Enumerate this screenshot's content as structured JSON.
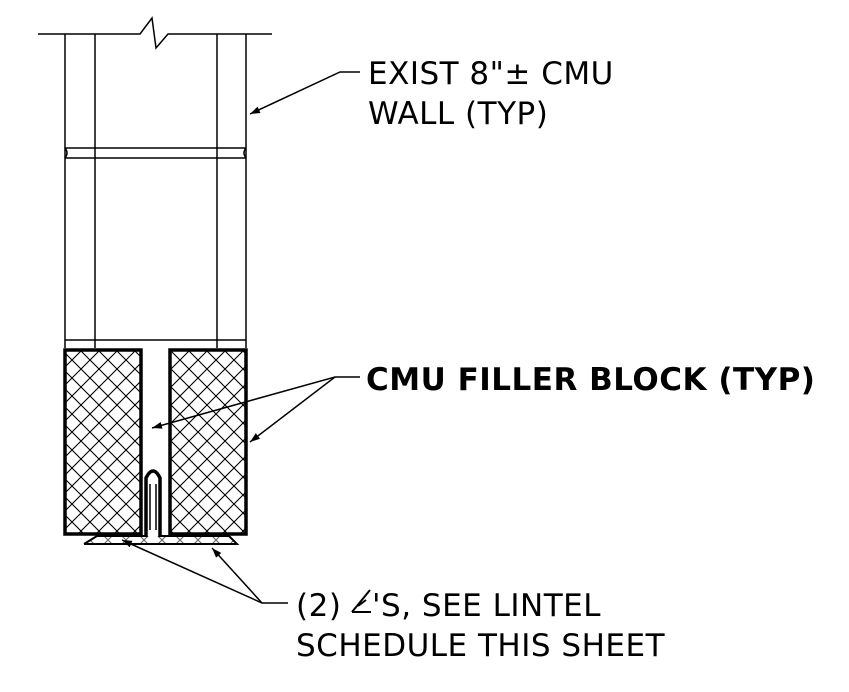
{
  "notes": {
    "wall": {
      "line1": "EXIST 8\"± CMU",
      "line2": "WALL (TYP)"
    },
    "filler": {
      "line1": "CMU FILLER BLOCK (TYP)"
    },
    "lintel": {
      "prefix": "(2)",
      "suffix": "'S, SEE LINTEL",
      "line2": "SCHEDULE THIS SHEET"
    }
  },
  "icons": {
    "angle_symbol": "angle-steel-icon"
  }
}
